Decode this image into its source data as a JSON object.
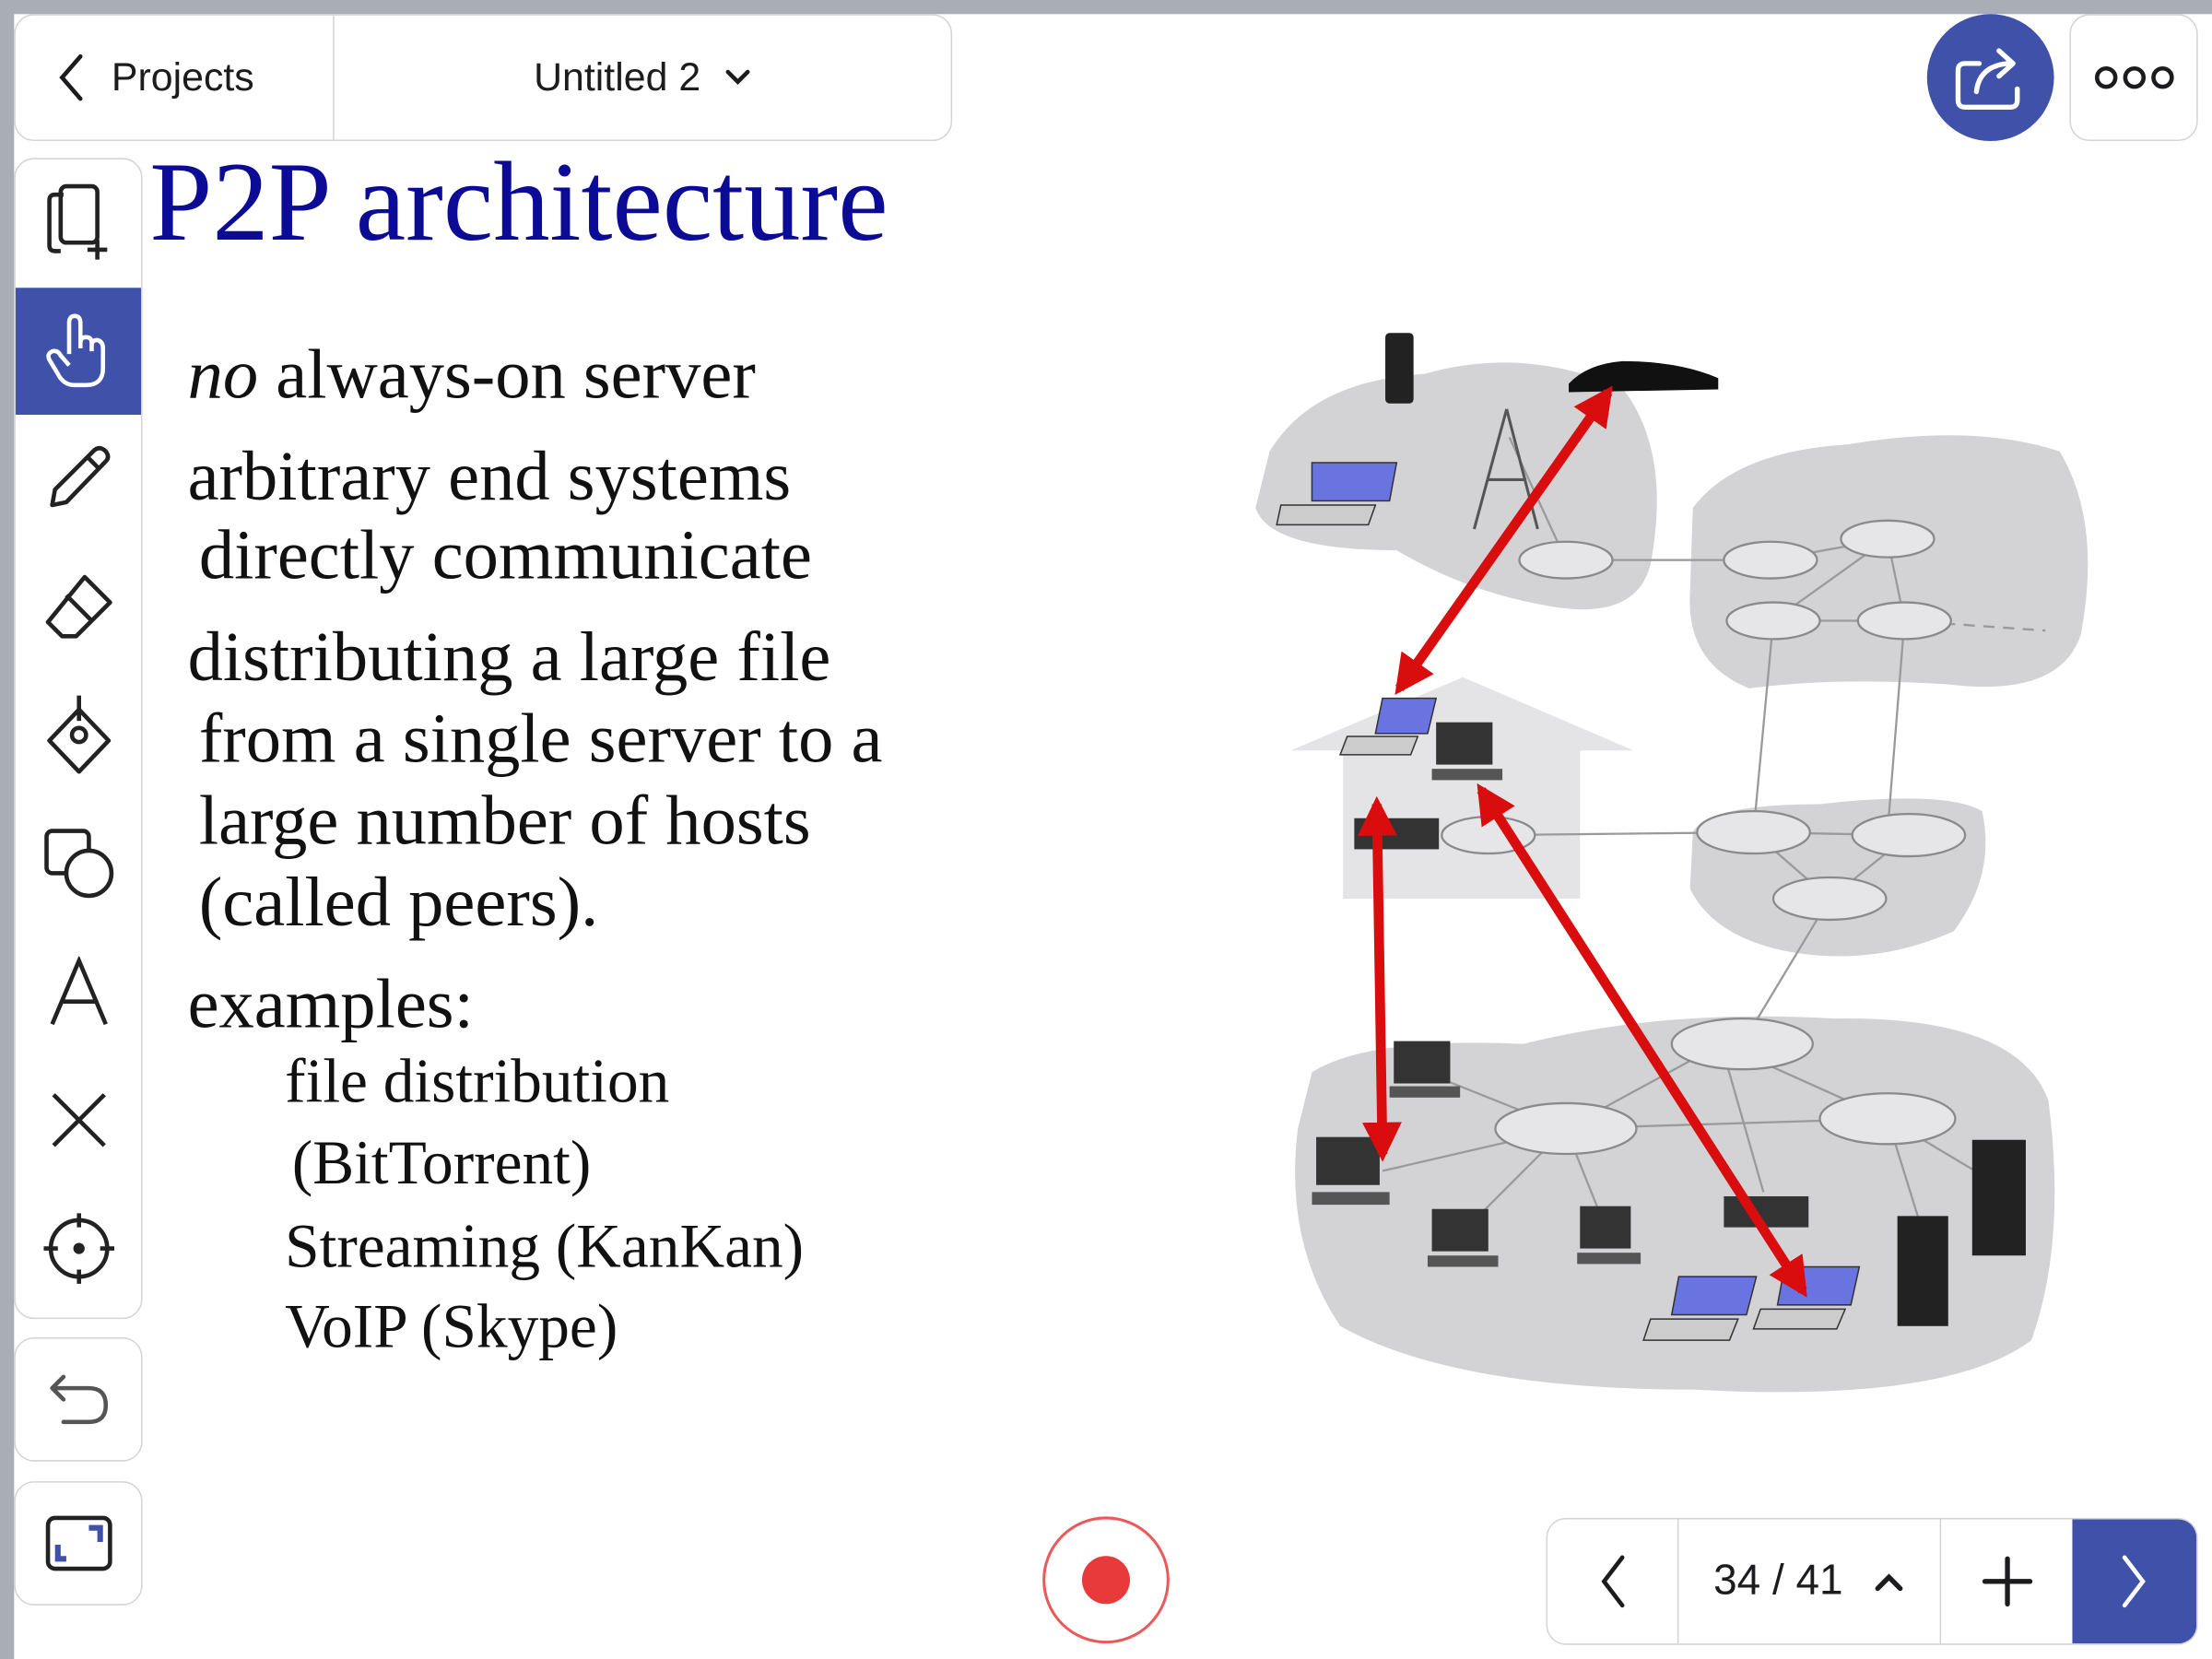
{
  "header": {
    "back_label": "Projects",
    "document_title": "Untitled 2"
  },
  "slide": {
    "title": "P2P architecture",
    "bullets": [
      {
        "em": "no",
        "text": " always-on server"
      },
      {
        "text": "arbitrary end systems"
      },
      {
        "text": "directly communicate"
      },
      {
        "text": "distributing a large file"
      },
      {
        "text": "from a single server to a"
      },
      {
        "text": "large number of hosts"
      },
      {
        "text": "(called peers)."
      },
      {
        "text": "examples:"
      }
    ],
    "examples": [
      "file distribution",
      "(BitTorrent)",
      "Streaming (KanKan)",
      "VoIP (Skype)"
    ]
  },
  "pagination": {
    "current": 34,
    "total": 41,
    "label": "34 / 41"
  },
  "colors": {
    "accent": "#3f51a9",
    "record": "#e83a3a",
    "title": "#0b0b96",
    "arrow": "#d90d0d"
  }
}
